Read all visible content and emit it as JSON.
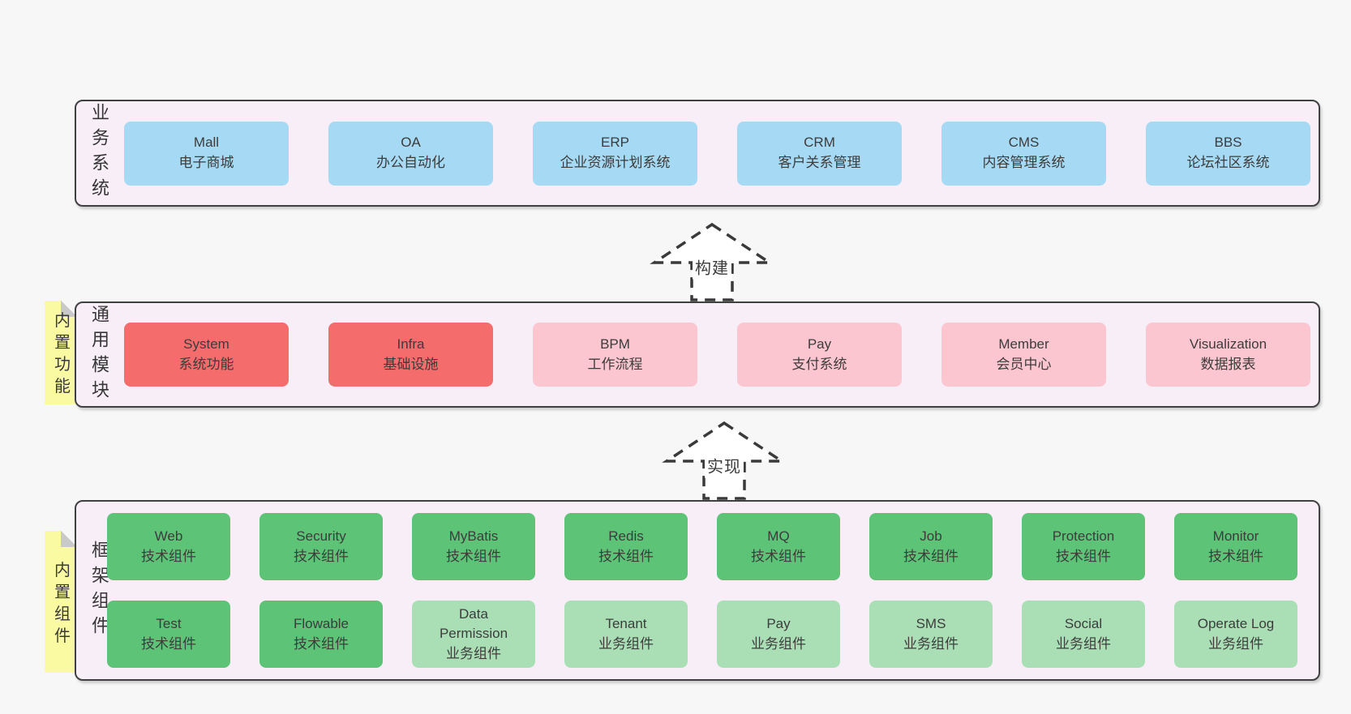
{
  "colors": {
    "page_bg": "#f7f7f7",
    "panel_bg": "#f8eef7",
    "panel_border": "#404040",
    "blue": "#a6d9f3",
    "red": "#f56c6c",
    "pink": "#fcc6d0",
    "green": "#5cc377",
    "light_green": "#aadfb6",
    "note_yellow": "#fafaa2",
    "note_fold": "#c9c9c9",
    "text": "#3c3c3c"
  },
  "arrows": [
    {
      "label": "构建"
    },
    {
      "label": "实现"
    }
  ],
  "sections": [
    {
      "side_label": "业务系统",
      "note": "",
      "rows": [
        [
          {
            "name": "Mall",
            "sub": "电子商城",
            "tone": "blue"
          },
          {
            "name": "OA",
            "sub": "办公自动化",
            "tone": "blue"
          },
          {
            "name": "ERP",
            "sub": "企业资源计划系统",
            "tone": "blue"
          },
          {
            "name": "CRM",
            "sub": "客户关系管理",
            "tone": "blue"
          },
          {
            "name": "CMS",
            "sub": "内容管理系统",
            "tone": "blue"
          },
          {
            "name": "BBS",
            "sub": "论坛社区系统",
            "tone": "blue"
          }
        ]
      ]
    },
    {
      "side_label": "通用模块",
      "note": "内置功能",
      "rows": [
        [
          {
            "name": "System",
            "sub": "系统功能",
            "tone": "red"
          },
          {
            "name": "Infra",
            "sub": "基础设施",
            "tone": "red"
          },
          {
            "name": "BPM",
            "sub": "工作流程",
            "tone": "pink"
          },
          {
            "name": "Pay",
            "sub": "支付系统",
            "tone": "pink"
          },
          {
            "name": "Member",
            "sub": "会员中心",
            "tone": "pink"
          },
          {
            "name": "Visualization",
            "sub": "数据报表",
            "tone": "pink"
          }
        ]
      ]
    },
    {
      "side_label": "框架组件",
      "note": "内置组件",
      "rows": [
        [
          {
            "name": "Web",
            "sub": "技术组件",
            "tone": "green"
          },
          {
            "name": "Security",
            "sub": "技术组件",
            "tone": "green"
          },
          {
            "name": "MyBatis",
            "sub": "技术组件",
            "tone": "green"
          },
          {
            "name": "Redis",
            "sub": "技术组件",
            "tone": "green"
          },
          {
            "name": "MQ",
            "sub": "技术组件",
            "tone": "green"
          },
          {
            "name": "Job",
            "sub": "技术组件",
            "tone": "green"
          },
          {
            "name": "Protection",
            "sub": "技术组件",
            "tone": "green"
          },
          {
            "name": "Monitor",
            "sub": "技术组件",
            "tone": "green"
          }
        ],
        [
          {
            "name": "Test",
            "sub": "技术组件",
            "tone": "green"
          },
          {
            "name": "Flowable",
            "sub": "技术组件",
            "tone": "green"
          },
          {
            "name": "Data Permission",
            "sub": "业务组件",
            "tone": "lightgreen",
            "wrap": true
          },
          {
            "name": "Tenant",
            "sub": "业务组件",
            "tone": "lightgreen"
          },
          {
            "name": "Pay",
            "sub": "业务组件",
            "tone": "lightgreen"
          },
          {
            "name": "SMS",
            "sub": "业务组件",
            "tone": "lightgreen"
          },
          {
            "name": "Social",
            "sub": "业务组件",
            "tone": "lightgreen"
          },
          {
            "name": "Operate Log",
            "sub": "业务组件",
            "tone": "lightgreen"
          }
        ]
      ]
    }
  ]
}
